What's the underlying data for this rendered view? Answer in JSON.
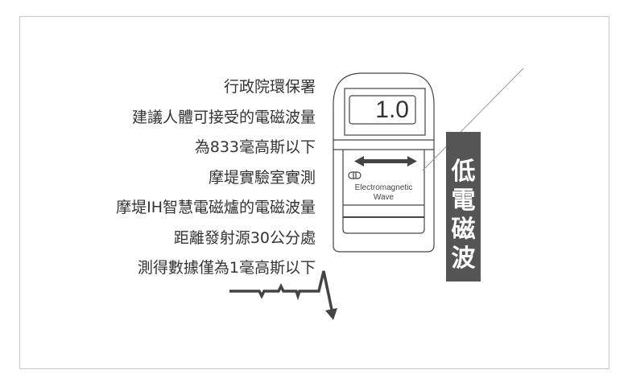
{
  "text_lines": [
    "行政院環保署",
    "建議人體可接受的電磁波量",
    "為833毫高斯以下",
    "摩堤實驗室實測",
    "摩堤IH智慧電磁爐的電磁波量",
    "距離發射源30公分處",
    "測得數據僅為1毫高斯以下"
  ],
  "meter": {
    "reading": "1.0",
    "label_line1": "Electromagnetic",
    "label_line2": "Wave"
  },
  "side_label": [
    "低",
    "電",
    "磁",
    "波"
  ],
  "colors": {
    "label_bg": "#555555",
    "text": "#333333"
  }
}
